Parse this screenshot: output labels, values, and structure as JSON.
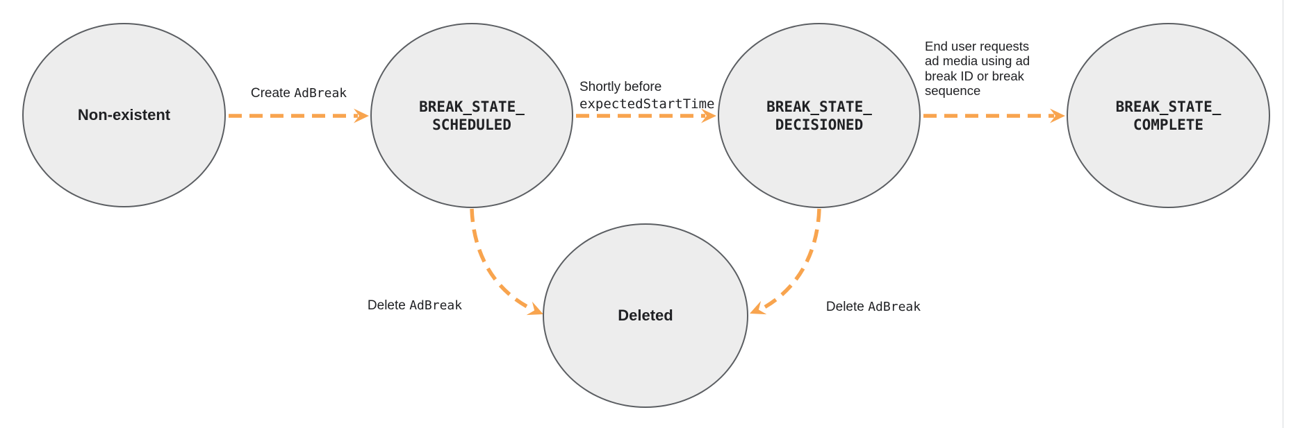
{
  "colors": {
    "arrow": "#F8A44E",
    "circle_fill": "#EDEDED",
    "circle_border": "#5B5E62",
    "text": "#202124",
    "page_edge_line": "#D8DADC"
  },
  "states": [
    {
      "id": "non-existent",
      "label": "Non-existent",
      "style": "plain"
    },
    {
      "id": "break-state-scheduled",
      "label": "BREAK_STATE_\nSCHEDULED",
      "style": "code"
    },
    {
      "id": "break-state-decisioned",
      "label": "BREAK_STATE_\nDECISIONED",
      "style": "code"
    },
    {
      "id": "break-state-complete",
      "label": "BREAK_STATE_\nCOMPLETE",
      "style": "code"
    },
    {
      "id": "deleted",
      "label": "Deleted",
      "style": "plain"
    }
  ],
  "transitions": [
    {
      "name": "create-adbreak",
      "from": "Non-existent",
      "to": "BREAK_STATE_SCHEDULED",
      "label_text": "Create",
      "label_code": "AdBreak"
    },
    {
      "name": "shortly-before-start",
      "from": "BREAK_STATE_SCHEDULED",
      "to": "BREAK_STATE_DECISIONED",
      "label_text": "Shortly before",
      "label_code": "expectedStartTime"
    },
    {
      "name": "end-user-requests",
      "from": "BREAK_STATE_DECISIONED",
      "to": "BREAK_STATE_COMPLETE",
      "label_text": "End user requests\nad media using ad\nbreak ID or break\nsequence",
      "label_code": ""
    },
    {
      "name": "delete-from-scheduled",
      "from": "BREAK_STATE_SCHEDULED",
      "to": "Deleted",
      "label_text": "Delete",
      "label_code": "AdBreak"
    },
    {
      "name": "delete-from-decisioned",
      "from": "BREAK_STATE_DECISIONED",
      "to": "Deleted",
      "label_text": "Delete",
      "label_code": "AdBreak"
    }
  ]
}
